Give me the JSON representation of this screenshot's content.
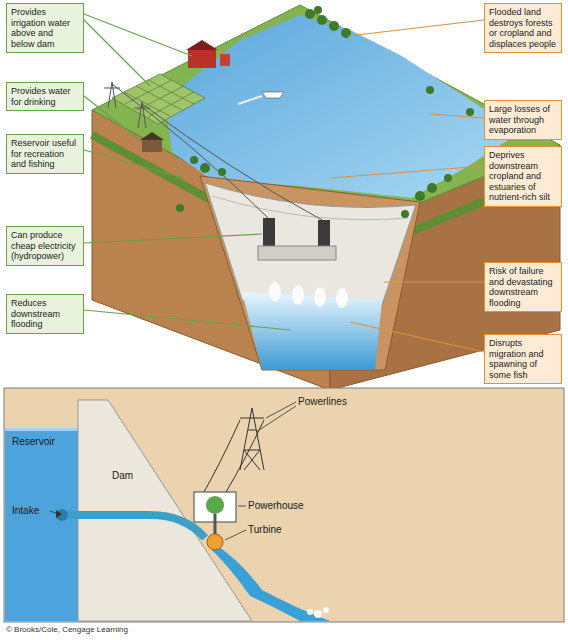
{
  "diagram": {
    "nodes": [
      {
        "text": [
          "Provides irrigation water above and below dam"
        ]
      },
      {
        "text": [
          "Flooded land destroys forests or cropland and displaces people"
        ]
      },
      {
        "text": [
          "Provides water for drinking"
        ]
      },
      {
        "text": [
          "Large losses of water through evaporation"
        ]
      },
      {
        "text": [
          "Reservoir useful for recreation and fishing"
        ]
      },
      {
        "text": [
          "Deprives downstream cropland and estuaries of nutrient-rich silt"
        ]
      },
      {
        "text": [
          "Can produce cheap electricity (hydropower)"
        ]
      },
      {
        "text": [
          "Risk of failure and devastating downstream flooding"
        ]
      },
      {
        "text": [
          "Reduces downstream flooding"
        ]
      },
      {
        "text": [
          "Disrupts migration and spawning of some fish"
        ]
      }
    ],
    "labels": [
      "Powerlines",
      "Reservoir",
      "Dam",
      "Intake",
      "Powerhouse",
      "Turbine",
      "© Brooks/Cole, Cengage Learning"
    ]
  }
}
